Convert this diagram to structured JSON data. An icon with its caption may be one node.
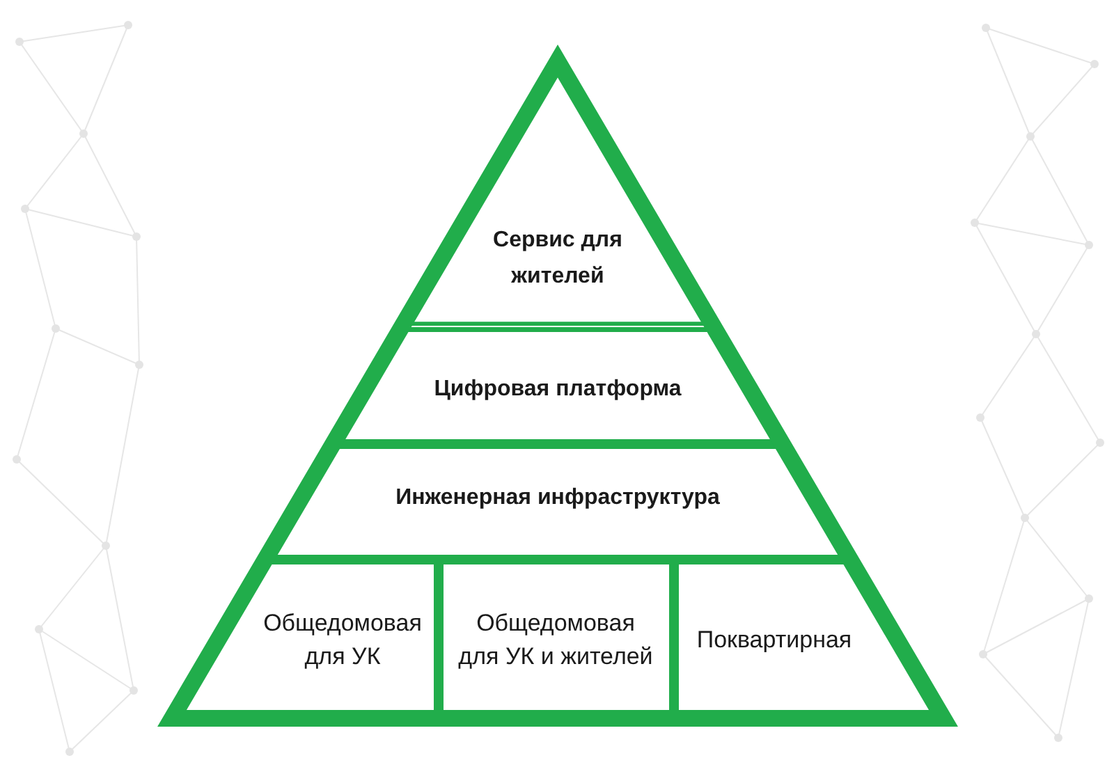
{
  "diagram": {
    "nodes": [
      {
        "text": [
          "Сервис для жителей"
        ]
      },
      {
        "text": [
          "Цифровая платформа"
        ]
      },
      {
        "text": [
          "Инженерная инфраструктура"
        ]
      },
      {
        "text": [
          "Общедомовая для УК"
        ]
      },
      {
        "text": [
          "Общедомовая для УК и жителей"
        ]
      },
      {
        "text": [
          "Поквартирная"
        ]
      }
    ]
  }
}
